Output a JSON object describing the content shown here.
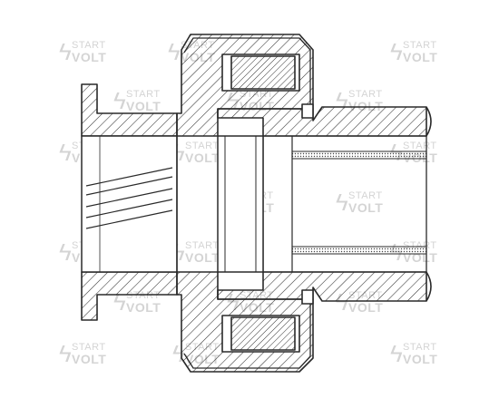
{
  "watermark": {
    "line1": "START",
    "line2": "VOLT",
    "color": "#d4d4d4"
  },
  "diagram": {
    "subject": "starter drive pinion (bendix) cross-section",
    "line_color": "#2a2a2a",
    "hatch_color": "#333333",
    "background": "#ffffff"
  }
}
